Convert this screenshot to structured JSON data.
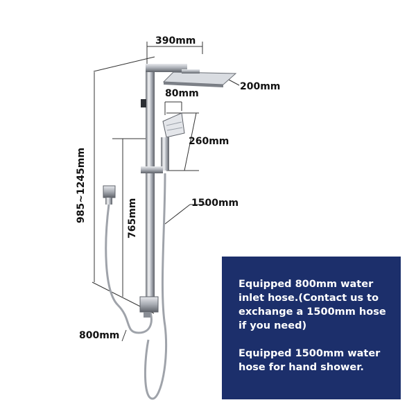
{
  "dimensions": {
    "rain_head_width": "390mm",
    "rain_head_depth": "200mm",
    "hand_shower_width": "80mm",
    "hand_shower_length": "260mm",
    "rail_length": "1500mm",
    "height_range": "985~1245mm",
    "inlet_height": "765mm",
    "inlet_hose": "800mm"
  },
  "info": {
    "inlet_hose_note": "Equipped 800mm water inlet hose.(Contact us to exchange a 1500mm hose if you need)",
    "hand_shower_hose_note": "Equipped 1500mm water hose for hand shower."
  },
  "colors": {
    "panel_background": "#1c2f6b",
    "panel_text": "#ffffff",
    "chrome": "#c8ccd2",
    "dimension_line": "#333333"
  }
}
